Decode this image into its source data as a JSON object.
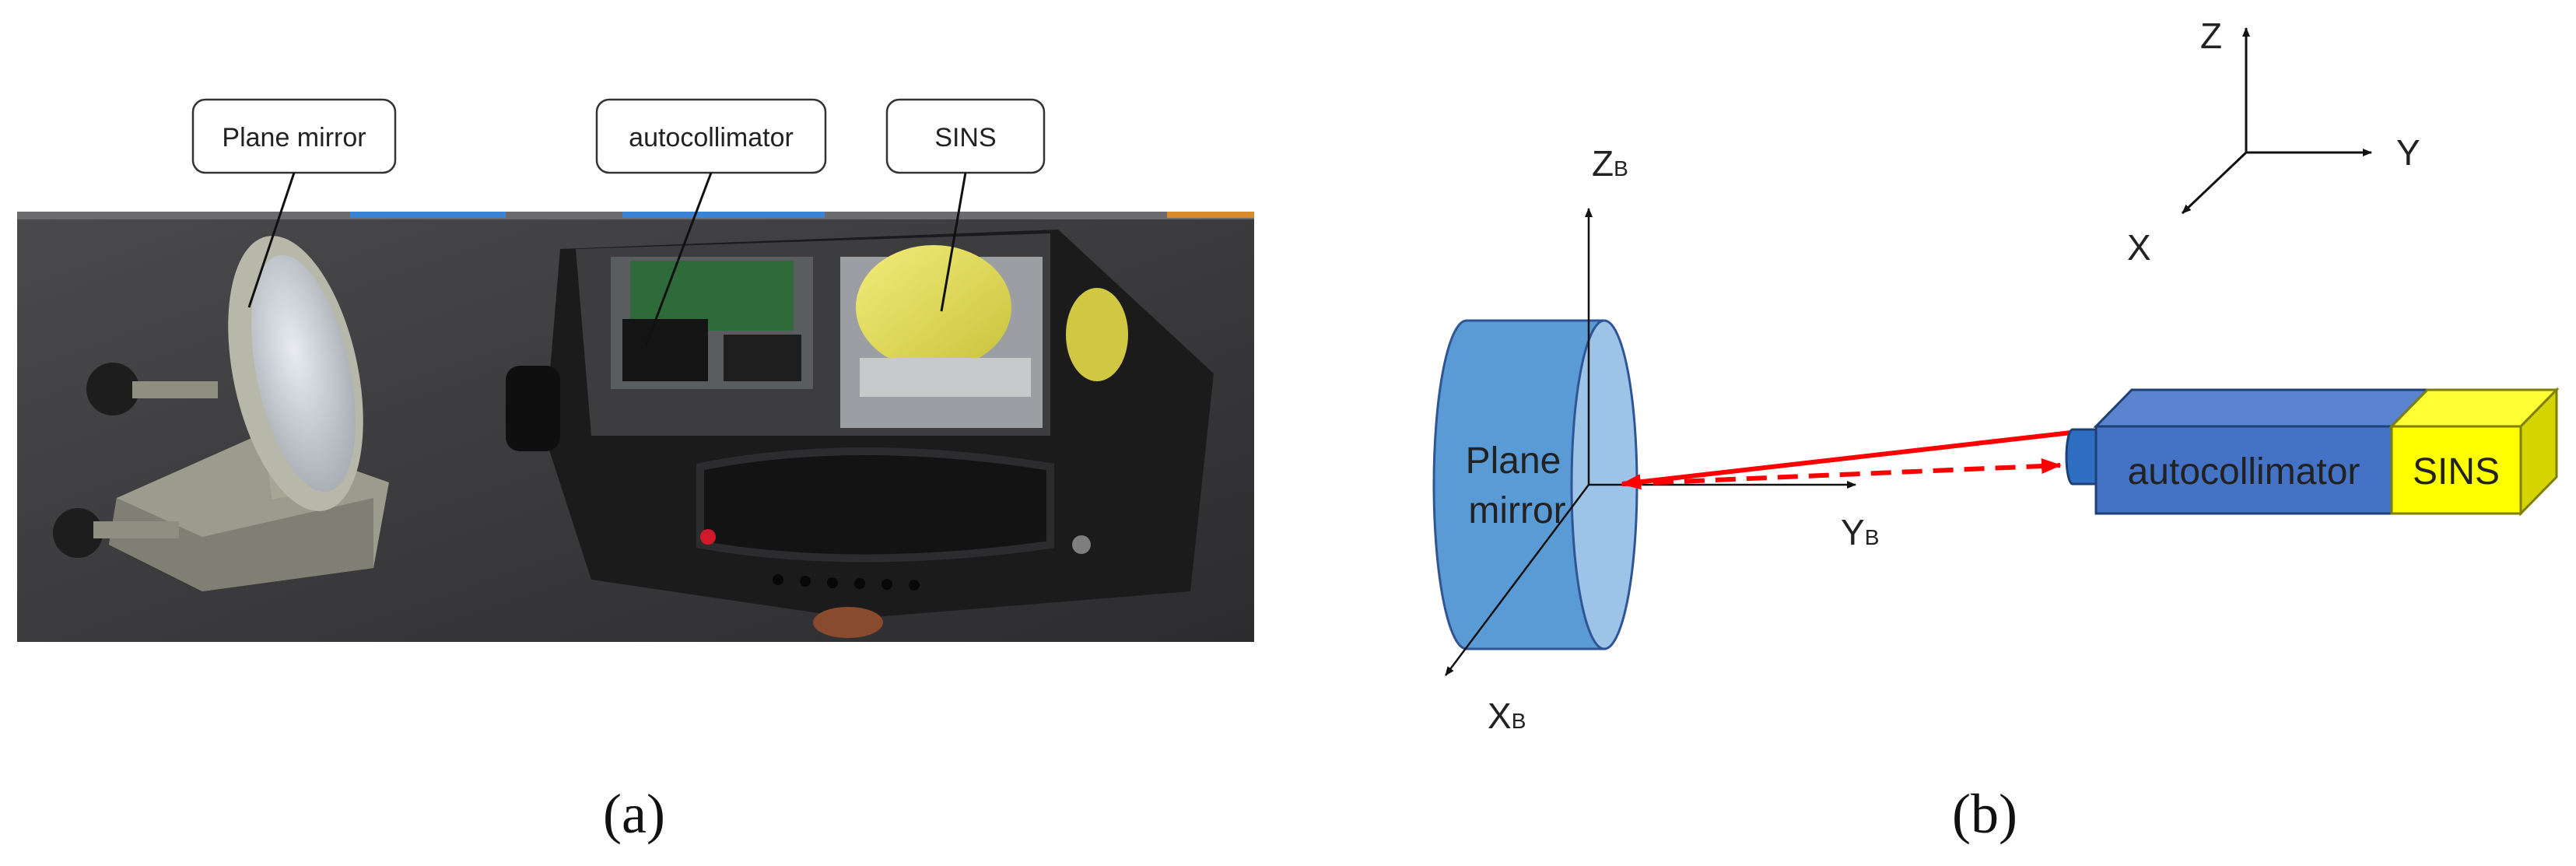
{
  "panel_a": {
    "caption": "(a)",
    "callouts": {
      "mirror": "Plane mirror",
      "autocollimator": "autocollimator",
      "sins": "SINS"
    }
  },
  "panel_b": {
    "caption": "(b)",
    "world_axes": {
      "z": "Z",
      "y": "Y",
      "x": "X"
    },
    "body_axes": {
      "z": "Z",
      "y": "Y",
      "x": "X",
      "sub": "B"
    },
    "mirror_label_line1": "Plane",
    "mirror_label_line2": "mirror",
    "autocollimator_label": "autocollimator",
    "sins_label": "SINS"
  },
  "colors": {
    "mirror_blue": "#5b9bd5",
    "autocollimator_blue": "#4472c4",
    "sins_yellow": "#ffff00",
    "beam_red": "#ff0000"
  }
}
